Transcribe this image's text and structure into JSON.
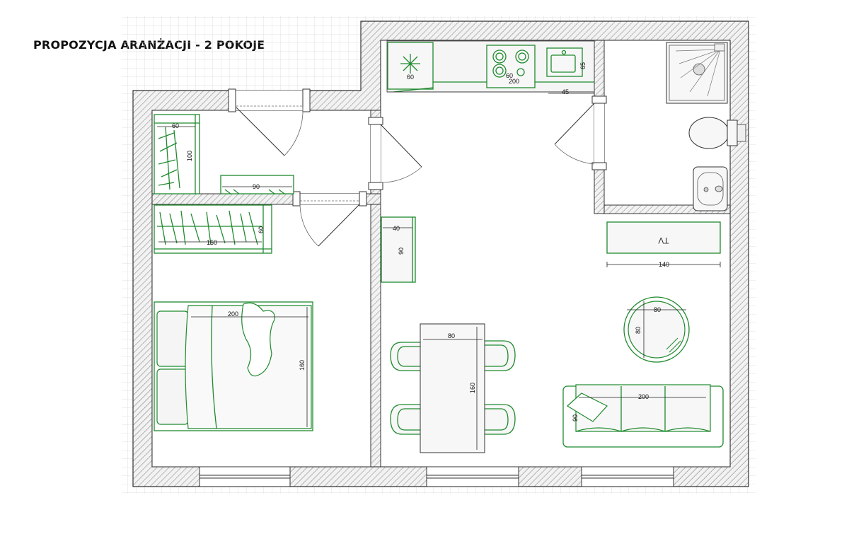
{
  "title": "PROPOZYCJA ARANŻACJI - 2 POKOJE",
  "dimensions": {
    "fridge": "60",
    "cooktop": "60",
    "kitchen_counter": "200",
    "sink": "65",
    "sink_counter": "45",
    "wardrobe_width": "60",
    "wardrobe_length": "100",
    "shoe_cabinet": "90",
    "closet_width": "150",
    "closet_depth": "60",
    "cabinet_width": "40",
    "cabinet_length": "90",
    "bed_length": "200",
    "bed_width": "160",
    "table_width": "80",
    "table_length": "160",
    "round_table_w": "80",
    "round_table_h": "80",
    "sofa_length": "200",
    "sofa_depth": "90",
    "tv_width": "140"
  },
  "labels": {
    "tv": "TV"
  }
}
